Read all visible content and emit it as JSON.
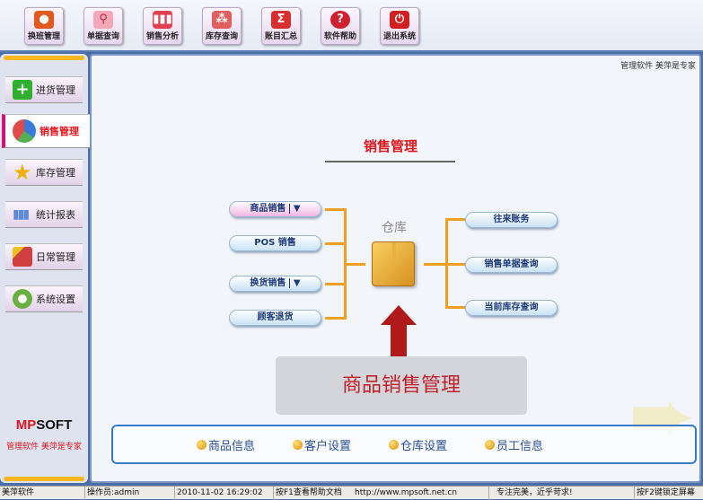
{
  "toolbar": [
    {
      "label": "换班管理",
      "icon": "users-icon",
      "color": "#e05a20"
    },
    {
      "label": "单据查询",
      "icon": "magnifier-icon",
      "color": "#e8708a"
    },
    {
      "label": "销售分析",
      "icon": "bar-chart-icon",
      "color": "#e04050"
    },
    {
      "label": "库存查询",
      "icon": "boxes-icon",
      "color": "#e06060"
    },
    {
      "label": "账目汇总",
      "icon": "sigma-icon",
      "color": "#d83030"
    },
    {
      "label": "软件帮助",
      "icon": "help-icon",
      "color": "#d02030"
    },
    {
      "label": "退出系统",
      "icon": "power-icon",
      "color": "#d02020"
    }
  ],
  "sidebar": {
    "items": [
      {
        "label": "进货管理",
        "icon": "plus-icon",
        "color": "#30b030"
      },
      {
        "label": "销售管理",
        "icon": "pie-icon",
        "color": "#3a7ad8"
      },
      {
        "label": "库存管理",
        "icon": "star-icon",
        "color": "#f0c020"
      },
      {
        "label": "统计报表",
        "icon": "bars-icon",
        "color": "#5a8ad8"
      },
      {
        "label": "日常管理",
        "icon": "brush-icon",
        "color": "#d04040"
      },
      {
        "label": "系统设置",
        "icon": "gear-icon",
        "color": "#6ab040"
      }
    ],
    "logo": "MPSOFT",
    "slogan": "管理软件 美萍是专家"
  },
  "main": {
    "tagline": "管理软件 美萍是专家",
    "title": "销售管理",
    "center_label": "仓库",
    "left_buttons": [
      "商品销售",
      "POS 销售",
      "换货销售",
      "顾客退货"
    ],
    "right_buttons": [
      "往来账务",
      "销售单据查询",
      "当前库存查询"
    ],
    "caption": "商品销售管理",
    "links": [
      "商品信息",
      "客户设置",
      "仓库设置",
      "员工信息"
    ]
  },
  "status": [
    "美萍软件",
    "操作员:admin",
    "2010-11-02 16:29:02",
    "按F1查看帮助文档",
    "http://www.mpsoft.net.cn",
    "专注完美，近乎苛求!",
    "按F2键锁定屏幕"
  ]
}
